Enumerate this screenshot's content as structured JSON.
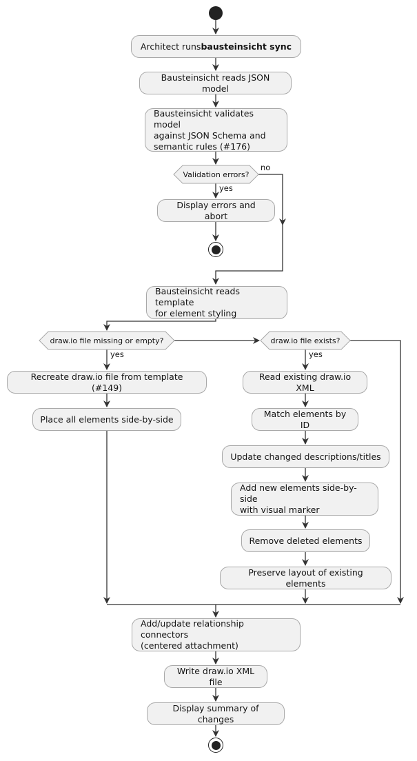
{
  "labels": {
    "yes": "yes",
    "no": "no"
  },
  "activities": {
    "architect_runs_prefix": "Architect runs ",
    "architect_runs_command": "bausteinsicht sync",
    "read_json_model": "Bausteinsicht reads JSON model",
    "validate_model": "Bausteinsicht validates model\nagainst JSON Schema and\nsemantic rules (#176)",
    "display_errors": "Display errors and abort",
    "read_template": "Bausteinsicht reads template\nfor element styling",
    "recreate_file": "Recreate draw.io file from template (#149)",
    "place_elements": "Place all elements side-by-side",
    "read_existing_xml": "Read existing draw.io XML",
    "match_elements": "Match elements by ID",
    "update_descriptions": "Update changed descriptions/titles",
    "add_new_elements": "Add new elements side-by-side\nwith visual marker",
    "remove_deleted": "Remove deleted elements",
    "preserve_layout": "Preserve layout of existing elements",
    "add_connectors": "Add/update relationship connectors\n(centered attachment)",
    "write_xml": "Write draw.io XML file",
    "display_summary": "Display summary of changes"
  },
  "decisions": {
    "validation_errors": "Validation errors?",
    "file_missing": "draw.io file missing or empty?",
    "file_exists": "draw.io file exists?"
  },
  "colors": {
    "activity_fill": "#F1F1F1",
    "activity_border": "#A8A8A8",
    "line": "#333333",
    "text": "#141414"
  }
}
